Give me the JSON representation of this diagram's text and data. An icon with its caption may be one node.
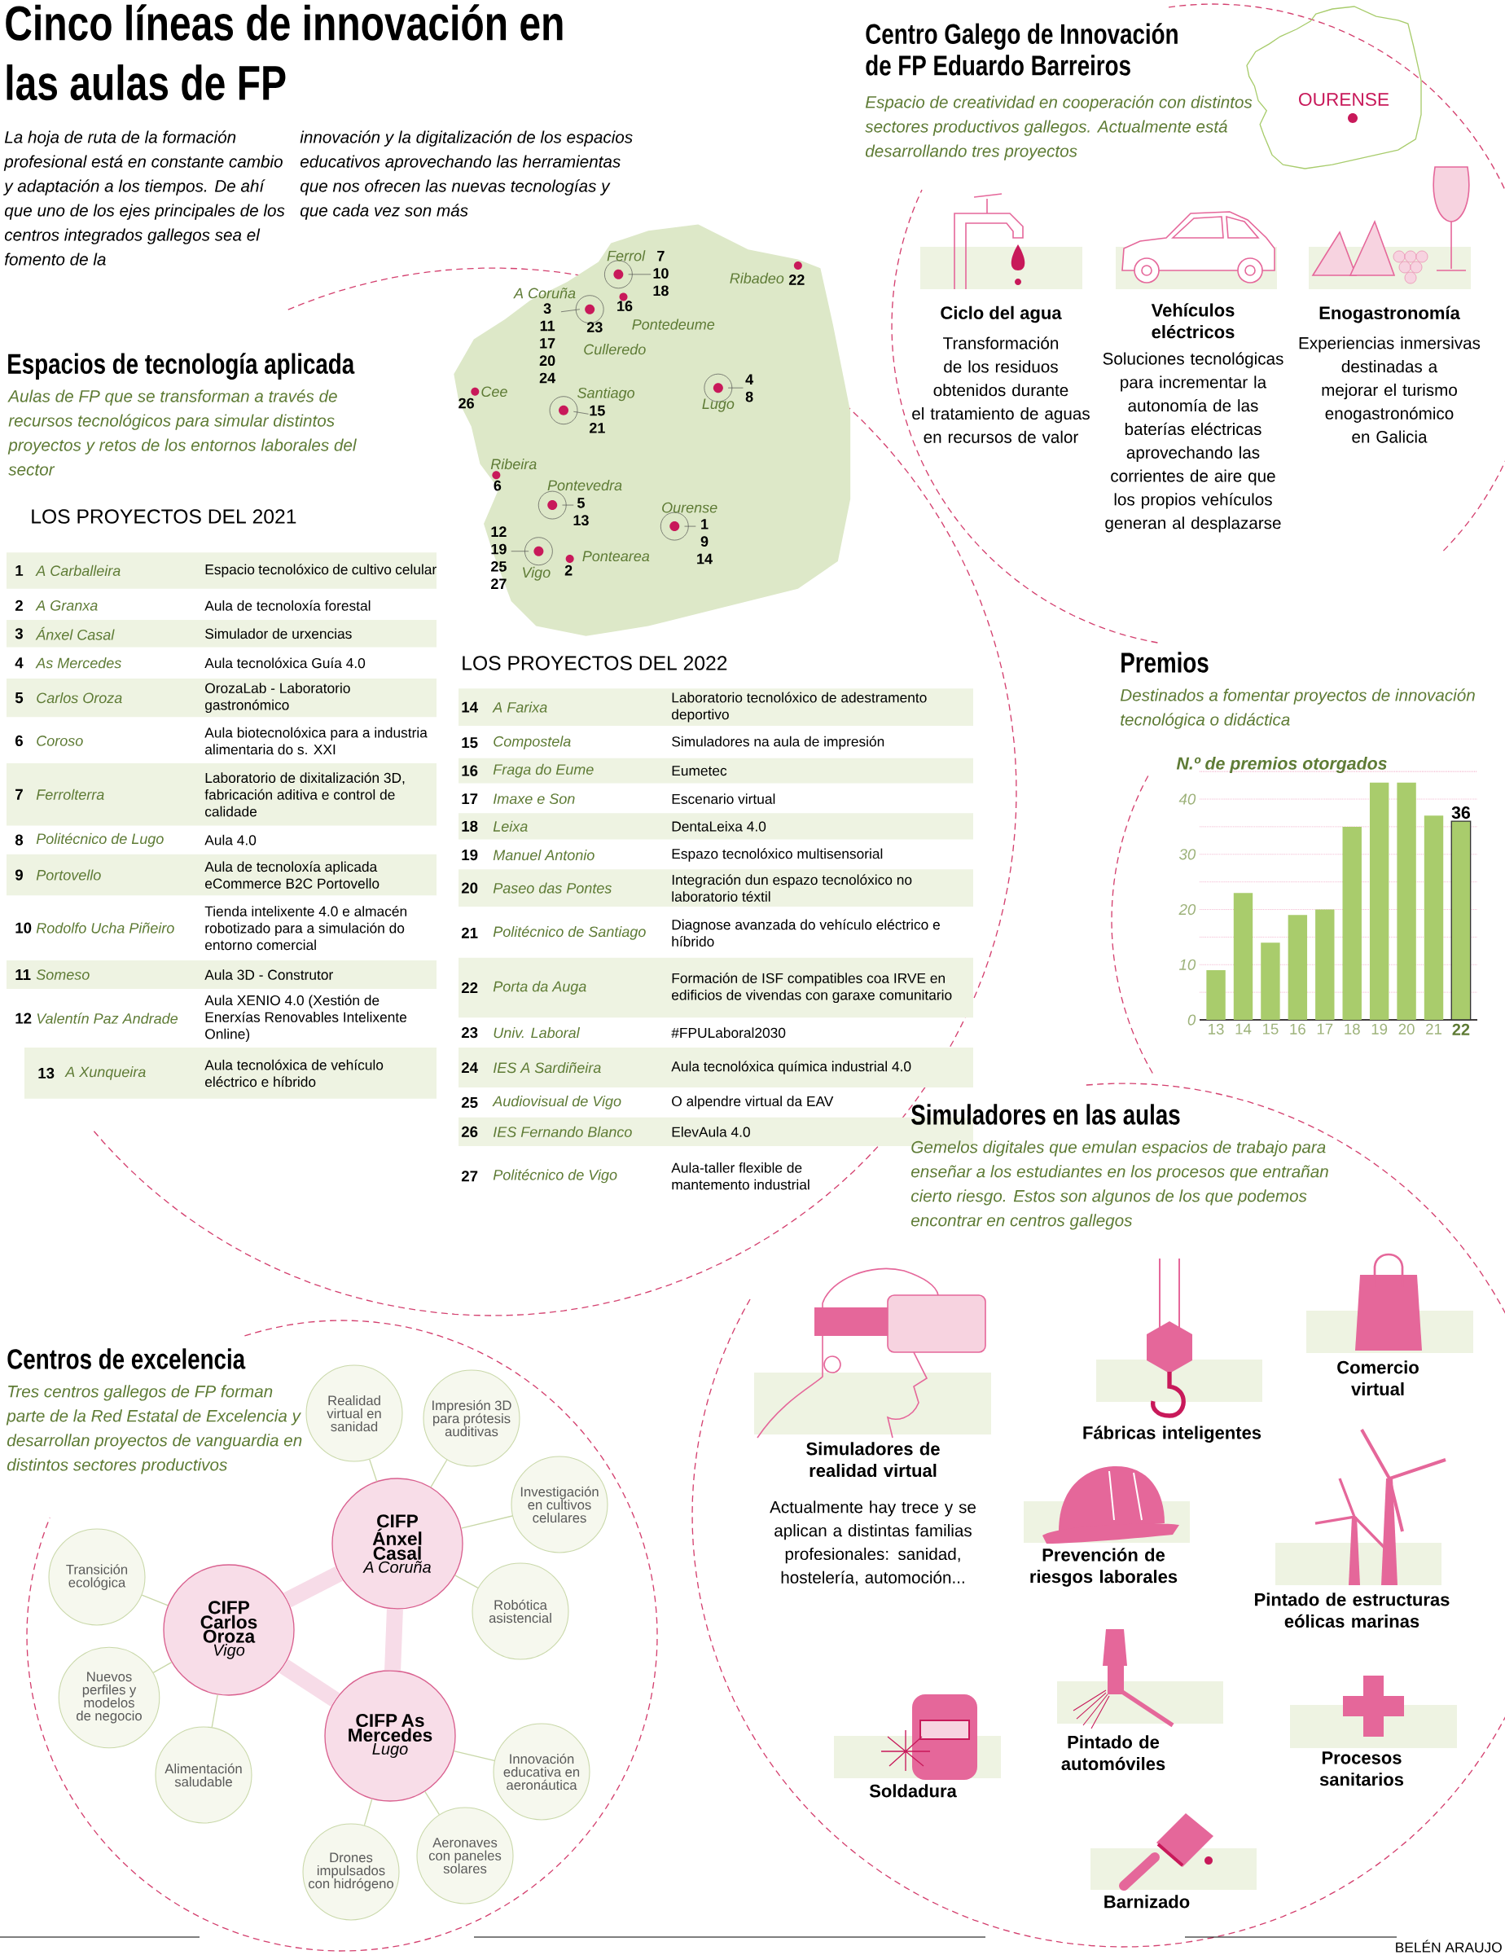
{
  "diagram": {
    "title": "Cinco líneas de innovación en las aulas de FP",
    "nodes": [
      {
        "text": [
          "CIFP Ánxel Casal",
          "A Coruña"
        ]
      },
      {
        "text": [
          "CIFP Carlos Oroza",
          "Vigo"
        ]
      },
      {
        "text": [
          "CIFP As Mercedes",
          "Lugo"
        ]
      },
      {
        "text": [
          "Realidad virtual en sanidad"
        ]
      },
      {
        "text": [
          "Impresión 3D para prótesis auditivas"
        ]
      },
      {
        "text": [
          "Investigación en cultivos celulares"
        ]
      },
      {
        "text": [
          "Robótica asistencial"
        ]
      },
      {
        "text": [
          "Transición ecológica"
        ]
      },
      {
        "text": [
          "Nuevos perfiles y modelos de negocio"
        ]
      },
      {
        "text": [
          "Alimentación saludable"
        ]
      },
      {
        "text": [
          "Innovación educativa en aeronáutica"
        ]
      },
      {
        "text": [
          "Aeronaves con paneles solares"
        ]
      },
      {
        "text": [
          "Drones impulsados con hidrógeno"
        ]
      }
    ],
    "edges": [
      {
        "from": 0,
        "to": 1,
        "arrow": "none",
        "style": "thick",
        "color": "#f7dce8"
      },
      {
        "from": 0,
        "to": 2,
        "arrow": "none",
        "style": "thick",
        "color": "#f7dce8"
      },
      {
        "from": 1,
        "to": 2,
        "arrow": "none",
        "style": "thick",
        "color": "#f7dce8"
      },
      {
        "from": 0,
        "to": 3,
        "arrow": "none"
      },
      {
        "from": 0,
        "to": 4,
        "arrow": "none"
      },
      {
        "from": 0,
        "to": 5,
        "arrow": "none"
      },
      {
        "from": 0,
        "to": 6,
        "arrow": "none"
      },
      {
        "from": 1,
        "to": 7,
        "arrow": "none"
      },
      {
        "from": 1,
        "to": 8,
        "arrow": "none"
      },
      {
        "from": 1,
        "to": 9,
        "arrow": "none"
      },
      {
        "from": 2,
        "to": 10,
        "arrow": "none"
      },
      {
        "from": 2,
        "to": 11,
        "arrow": "none"
      },
      {
        "from": 2,
        "to": 12,
        "arrow": "none"
      }
    ],
    "labels": [
      "La hoja de ruta de la formación profesional está en constante cambio y adaptación a los tiempos. De ahí que uno de los ejes principales de los centros integrados gallegos sea el fomento de la",
      "innovación y la digitalización de los espacios educativos aprovechando las herramientas que nos ofrecen las nuevas tecnologías y que cada vez son más",
      "Centro Galego de Innovación de FP Eduardo Barreiros",
      "Espacio de creatividad en cooperación con distintos sectores productivos gallegos. Actualmente está desarrollando tres proyectos",
      "OURENSE",
      "Ciclo del agua",
      "Transformación de los residuos obtenidos durante el tratamiento de aguas en recursos de valor",
      "Vehículos eléctricos",
      "Soluciones tecnológicas para incrementar la autonomía de las baterías eléctricas aprovechando las corrientes de aire que los propios vehículos generan al desplazarse",
      "Enogastronomía",
      "Experiencias inmersivas destinadas a mejorar el turismo enogastronómico en Galicia",
      "Ferrol",
      "7 10 18",
      "Ribadeo",
      "22",
      "A Coruña",
      "3 11 17 20 24",
      "16",
      "23",
      "Pontedeume",
      "Culleredo",
      "Cee",
      "26",
      "Santiago",
      "15 21",
      "Lugo",
      "4 8",
      "Ribeira",
      "6",
      "Pontevedra",
      "5 13",
      "Ourense",
      "1 9 14",
      "12 19 25 27",
      "Vigo",
      "Pontearea",
      "2",
      "Espacios de tecnología aplicada",
      "Aulas de FP que se transforman a través de recursos tecnológicos para simular distintos proyectos y retos de los entornos laborales del sector",
      "LOS PROYECTOS DEL 2021",
      "1",
      "A Carballeira",
      "Espacio tecnolóxico de cultivo celular",
      "2",
      "A Granxa",
      "Aula de tecnoloxía forestal",
      "3",
      "Ánxel Casal",
      "Simulador de urxencias",
      "4",
      "As Mercedes",
      "Aula tecnolóxica Guía 4.0",
      "5",
      "Carlos Oroza",
      "OrozaLab - Laboratorio gastronómico",
      "6",
      "Coroso",
      "Aula biotecnolóxica para a industria alimentaria do s. XXI",
      "7",
      "Ferrolterra",
      "Laboratorio de dixitalización 3D, fabricación aditiva e control de calidade",
      "8",
      "Politécnico de Lugo",
      "Aula 4.0",
      "9",
      "Portovello",
      "Aula de tecnoloxía aplicada eCommerce B2C Portovello",
      "10",
      "Rodolfo Ucha Piñeiro",
      "Tienda intelixente 4.0 e almacén robotizado para a simulación do entorno comercial",
      "11",
      "Someso",
      "Aula 3D - Construtor",
      "12",
      "Valentín Paz Andrade",
      "Aula XENIO 4.0 (Xestión de Enerxías Renovables Intelixente Online)",
      "13",
      "A Xunqueira",
      "Aula tecnolóxica de vehículo eléctrico e híbrido",
      "LOS PROYECTOS DEL 2022",
      "14",
      "A Farixa",
      "Laboratorio tecnolóxico de adestramento deportivo",
      "15",
      "Compostela",
      "Simuladores na aula de impresión",
      "16",
      "Fraga do Eume",
      "Eumetec",
      "17",
      "Imaxe e Son",
      "Escenario virtual",
      "18",
      "Leixa",
      "DentaLeixa 4.0",
      "19",
      "Manuel Antonio",
      "Espazo tecnolóxico multisensorial",
      "20",
      "Paseo das Pontes",
      "Integración dun espazo tecnolóxico no laboratorio téxtil",
      "21",
      "Politécnico de Santiago",
      "Diagnose avanzada do vehículo eléctrico e híbrido",
      "22",
      "Porta da Auga",
      "Formación de ISF compatibles coa IRVE en edificios de vivendas con garaxe comunitario",
      "23",
      "Univ. Laboral",
      "#FPULaboral2030",
      "24",
      "IES A Sardiñeira",
      "Aula tecnolóxica química industrial 4.0",
      "25",
      "Audiovisual de Vigo",
      "O alpendre virtual da EAV",
      "26",
      "IES Fernando Blanco",
      "ElevAula 4.0",
      "27",
      "Politécnico de Vigo",
      "Aula-taller flexible de mantemento industrial",
      "Premios",
      "Destinados a fomentar proyectos de innovación tecnológica o didáctica",
      "Simuladores en las aulas",
      "Gemelos digitales que emulan espacios de trabajo para enseñar a los estudiantes en los procesos que entrañan cierto riesgo. Estos son algunos de los que podemos encontrar en centros gallegos",
      "Simuladores de realidad virtual",
      "Actualmente hay trece y se aplican a distintas familias profesionales: sanidad, hostelería, automoción...",
      "Fábricas inteligentes",
      "Comercio virtual",
      "Prevención de riesgos laborales",
      "Pintado de estructuras eólicas marinas",
      "Soldadura",
      "Pintado de automóviles",
      "Procesos sanitarios",
      "Barnizado",
      "Centros de excelencia",
      "Tres centros gallegos de FP forman parte de la Red Estatal de Excelencia y desarrollan proyectos de vanguardia en distintos sectores productivos",
      "BELÉN ARAUJO"
    ],
    "chart_data": {
      "type": "bar",
      "title": "N.º de premios otorgados",
      "categories": [
        "13",
        "14",
        "15",
        "16",
        "17",
        "18",
        "19",
        "20",
        "21",
        "22"
      ],
      "series": [
        {
          "color": "#a9cc6c",
          "values": [
            9,
            23,
            14,
            19,
            20,
            35,
            43,
            43,
            37,
            36
          ]
        }
      ],
      "ylim": [
        0,
        45
      ],
      "yticks": [
        0,
        10,
        20,
        30,
        40
      ],
      "grid": true,
      "annotations": [
        {
          "x": "22",
          "y": 36,
          "text": "36"
        }
      ]
    }
  }
}
